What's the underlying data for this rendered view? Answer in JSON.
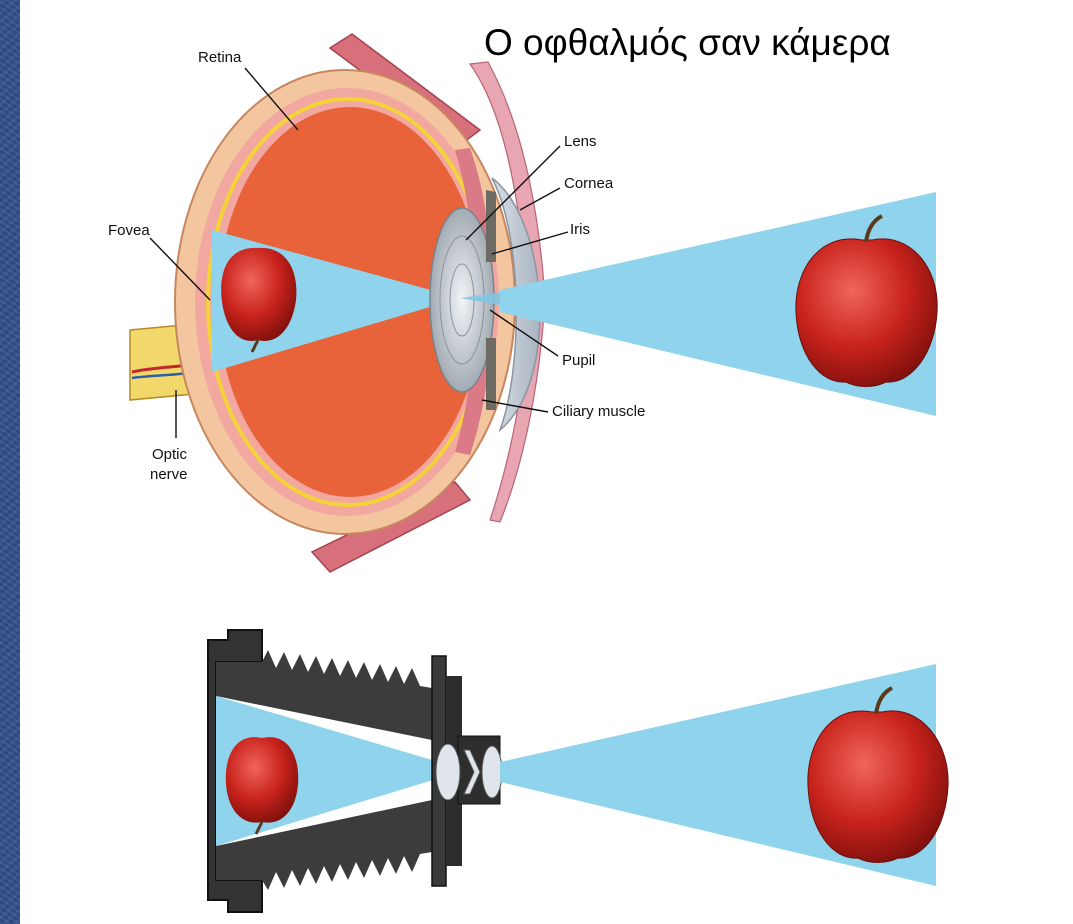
{
  "title": "Ο οφθαλμός σαν κάμερα",
  "eye_labels": {
    "retina": "Retina",
    "lens": "Lens",
    "cornea": "Cornea",
    "iris": "Iris",
    "fovea": "Fovea",
    "pupil": "Pupil",
    "ciliary_muscle": "Ciliary muscle",
    "optic_nerve_line1": "Optic",
    "optic_nerve_line2": "nerve"
  },
  "colors": {
    "background": "#34508d",
    "light_beam": "#8fd3ec",
    "vitreous": "#e8623a",
    "sclera": "#f3c6a0",
    "apple": "#c8231c",
    "camera_body": "#3a3a3a"
  }
}
